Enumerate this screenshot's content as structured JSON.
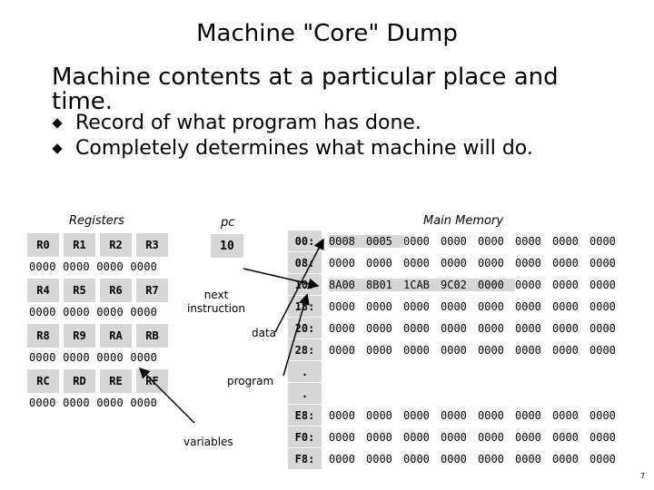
{
  "title": "Machine \"Core\" Dump",
  "heading": "Machine contents at a particular place and time.",
  "bullets": [
    "Record of what program has done.",
    "Completely determines what machine will do."
  ],
  "registers": {
    "title": "Registers",
    "rows": [
      {
        "names": [
          "R0",
          "R1",
          "R2",
          "R3"
        ],
        "values": "0000 0000 0000 0000"
      },
      {
        "names": [
          "R4",
          "R5",
          "R6",
          "R7"
        ],
        "values": "0000 0000 0000 0000"
      },
      {
        "names": [
          "R8",
          "R9",
          "RA",
          "RB"
        ],
        "values": "0000 0000 0000 0000"
      },
      {
        "names": [
          "RC",
          "RD",
          "RE",
          "RF"
        ],
        "values": "0000 0000 0000 0000"
      }
    ]
  },
  "pc": {
    "title": "pc",
    "value": "10"
  },
  "labels": {
    "next_instruction": "next\ninstruction",
    "data": "data",
    "program": "program",
    "variables": "variables"
  },
  "memory": {
    "title": "Main Memory",
    "rows": [
      {
        "addr": "00:",
        "words": [
          "0008",
          "0005",
          "0000",
          "0000",
          "0000",
          "0000",
          "0000",
          "0000"
        ]
      },
      {
        "addr": "08:",
        "words": [
          "0000",
          "0000",
          "0000",
          "0000",
          "0000",
          "0000",
          "0000",
          "0000"
        ]
      },
      {
        "addr": "10:",
        "words": [
          "8A00",
          "8B01",
          "1CAB",
          "9C02",
          "0000",
          "0000",
          "0000",
          "0000"
        ]
      },
      {
        "addr": "18:",
        "words": [
          "0000",
          "0000",
          "0000",
          "0000",
          "0000",
          "0000",
          "0000",
          "0000"
        ]
      },
      {
        "addr": "20:",
        "words": [
          "0000",
          "0000",
          "0000",
          "0000",
          "0000",
          "0000",
          "0000",
          "0000"
        ]
      },
      {
        "addr": "28:",
        "words": [
          "0000",
          "0000",
          "0000",
          "0000",
          "0000",
          "0000",
          "0000",
          "0000"
        ]
      },
      {
        "addr": ".",
        "words": []
      },
      {
        "addr": ".",
        "words": []
      },
      {
        "addr": "E8:",
        "words": [
          "0000",
          "0000",
          "0000",
          "0000",
          "0000",
          "0000",
          "0000",
          "0000"
        ]
      },
      {
        "addr": "F0:",
        "words": [
          "0000",
          "0000",
          "0000",
          "0000",
          "0000",
          "0000",
          "0000",
          "0000"
        ]
      },
      {
        "addr": "F8:",
        "words": [
          "0000",
          "0000",
          "0000",
          "0000",
          "0000",
          "0000",
          "0000",
          "0000"
        ]
      }
    ]
  },
  "slide_number": "7"
}
